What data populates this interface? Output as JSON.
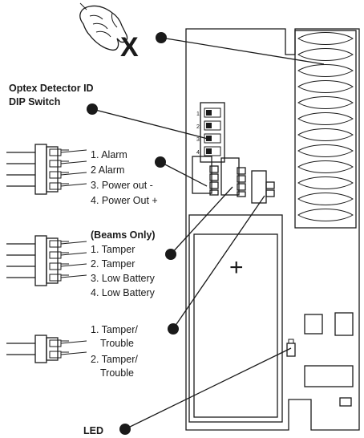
{
  "diagram": {
    "x_mark": "X",
    "dip_title_line1": "Optex Detector ID",
    "dip_title_line2": "DIP Switch",
    "dip_numbers": [
      "1",
      "2",
      "3",
      "4"
    ],
    "connector1": {
      "items": [
        "1. Alarm",
        "2  Alarm",
        "3. Power out -",
        "4. Power Out +"
      ]
    },
    "connector2": {
      "heading": "(Beams Only)",
      "items": [
        "1. Tamper",
        "2. Tamper",
        "3. Low Battery",
        "4. Low Battery"
      ]
    },
    "connector3": {
      "items": [
        "1. Tamper/",
        "Trouble",
        "2. Tamper/",
        "Trouble"
      ]
    },
    "battery_plus": "+",
    "led_label": "LED"
  }
}
